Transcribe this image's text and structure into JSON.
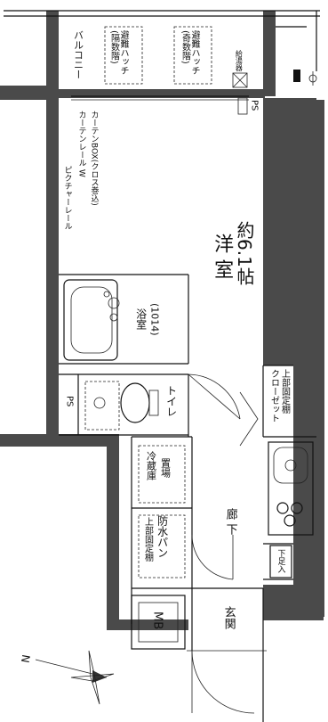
{
  "rooms": {
    "balcony": "バルコニー",
    "hatch_left": "避難ハッチ\n(隔数階)",
    "hatch_right": "避難ハッチ\n(奇数階)",
    "water_heater": "給湯器",
    "ps_top": "PS",
    "curtain_rail": "カーテンレール W",
    "curtain_box": "カーテンBOX(クロス巻込)",
    "picture_rail": "ピクチャーレール",
    "western_room": "洋 室",
    "western_room_size": "約6.1帖",
    "bath": "浴室",
    "bath_size": "(1014)",
    "ps_mid": "PS",
    "toilet": "トイレ",
    "closet_1": "クローゼット",
    "closet_2": "上部固定棚",
    "fridge_1": "冷蔵庫",
    "fridge_2": "置場",
    "washer_1": "上部固定棚",
    "washer_2": "防水パン",
    "corridor": "廊 下",
    "shoe_box": "下足入",
    "mb": "MB",
    "entrance": "玄関",
    "north": "N"
  }
}
